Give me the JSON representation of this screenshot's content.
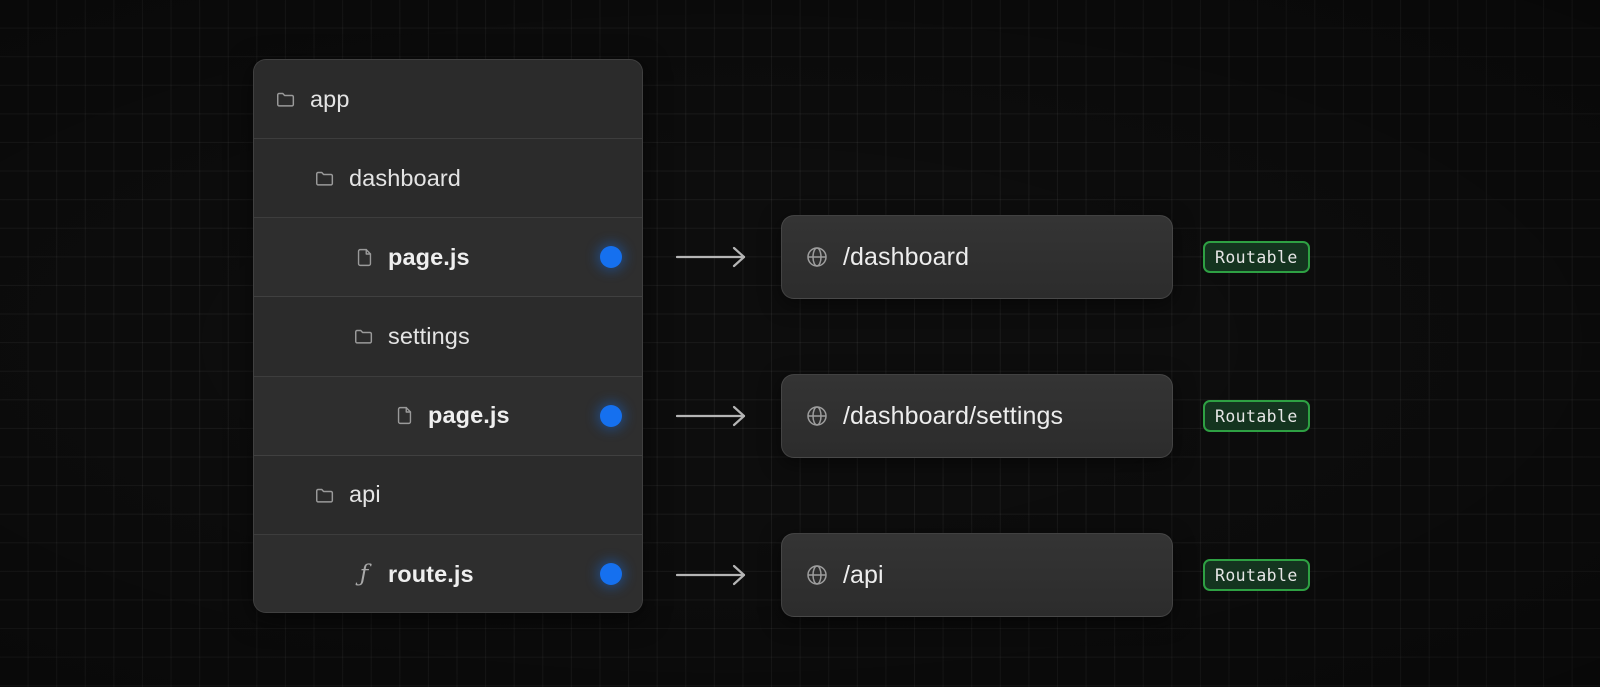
{
  "background": {
    "color": "#0d0d0d",
    "grid_line_color": "rgba(255,255,255,0.055)"
  },
  "colors": {
    "card_bg": "#2b2b2b",
    "route_dot": "#1570ef",
    "badge_border": "#2ea043",
    "badge_bg": "#14341f",
    "text": "#e4e4e4"
  },
  "file_tree": {
    "rows": [
      {
        "label": "app",
        "icon": "folder-icon",
        "depth": 0,
        "type": "folder",
        "routable": false
      },
      {
        "label": "dashboard",
        "icon": "folder-icon",
        "depth": 1,
        "type": "folder",
        "routable": false
      },
      {
        "label": "page.js",
        "icon": "file-icon",
        "depth": 2,
        "type": "file",
        "routable": true
      },
      {
        "label": "settings",
        "icon": "folder-icon",
        "depth": 2,
        "type": "folder",
        "routable": false
      },
      {
        "label": "page.js",
        "icon": "file-icon",
        "depth": 3,
        "type": "file",
        "routable": true
      },
      {
        "label": "api",
        "icon": "folder-icon",
        "depth": 1,
        "type": "folder",
        "routable": false
      },
      {
        "label": "route.js",
        "icon": "function-icon",
        "depth": 2,
        "type": "file",
        "routable": true
      }
    ]
  },
  "mappings": [
    {
      "arrow": "long-right-arrow-icon",
      "route": {
        "icon": "globe-icon",
        "path": "/dashboard"
      },
      "badge": "Routable"
    },
    {
      "arrow": "long-right-arrow-icon",
      "route": {
        "icon": "globe-icon",
        "path": "/dashboard/settings"
      },
      "badge": "Routable"
    },
    {
      "arrow": "long-right-arrow-icon",
      "route": {
        "icon": "globe-icon",
        "path": "/api"
      },
      "badge": "Routable"
    }
  ]
}
